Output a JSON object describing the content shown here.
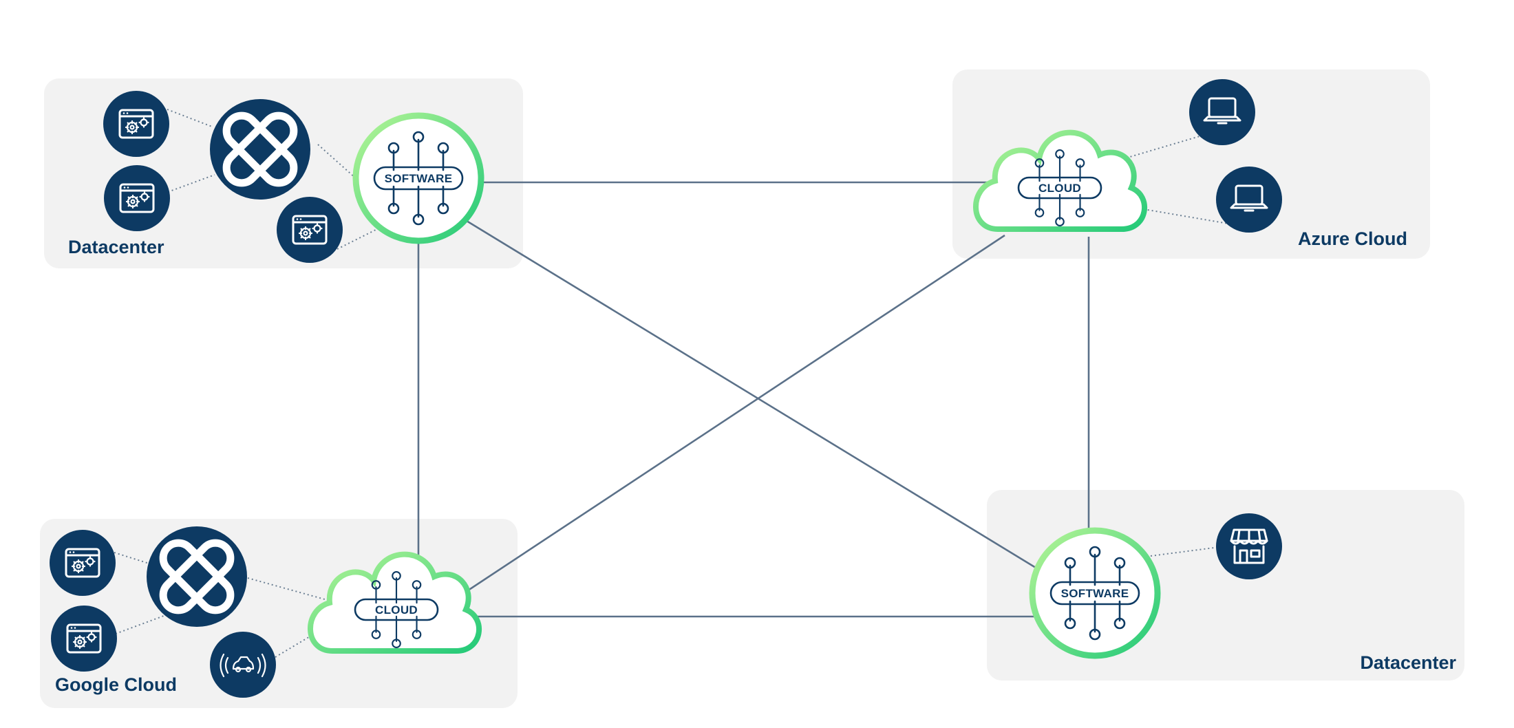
{
  "regions": {
    "top_left": {
      "label": "Datacenter"
    },
    "top_right": {
      "label": "Azure Cloud"
    },
    "bottom_left": {
      "label": "Google Cloud"
    },
    "bottom_right": {
      "label": "Datacenter"
    }
  },
  "hubs": {
    "top_left": {
      "label": "SOFTWARE",
      "shape": "circle"
    },
    "top_right": {
      "label": "CLOUD",
      "shape": "cloud"
    },
    "bottom_left": {
      "label": "CLOUD",
      "shape": "cloud"
    },
    "bottom_right": {
      "label": "SOFTWARE",
      "shape": "circle"
    }
  },
  "links": [
    [
      "top_left",
      "top_right"
    ],
    [
      "top_left",
      "bottom_left"
    ],
    [
      "top_left",
      "bottom_right"
    ],
    [
      "top_right",
      "bottom_left"
    ],
    [
      "top_right",
      "bottom_right"
    ],
    [
      "bottom_left",
      "bottom_right"
    ]
  ],
  "icons": {
    "app_window": "app-window-gear-icon",
    "cluster": "cluster-knot-icon",
    "laptop": "laptop-icon",
    "store": "storefront-icon",
    "vehicle": "connected-car-icon"
  },
  "colors": {
    "navy": "#0d3a63",
    "zone": "#f2f2f2",
    "link": "#5b7189",
    "green_light": "#a7f08a",
    "green": "#2fcf7d"
  }
}
